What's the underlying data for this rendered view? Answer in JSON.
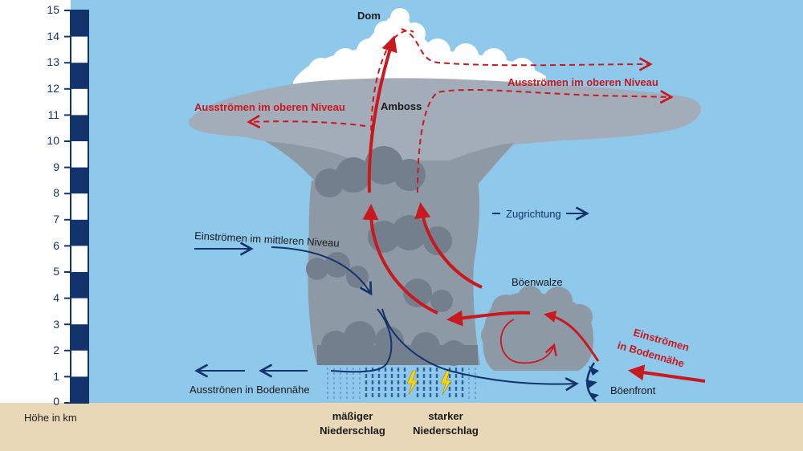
{
  "axis": {
    "title": "Höhe in km",
    "ticks": [
      "0",
      "1",
      "2",
      "3",
      "4",
      "5",
      "6",
      "7",
      "8",
      "9",
      "10",
      "11",
      "12",
      "13",
      "14",
      "15"
    ]
  },
  "labels": {
    "dom": "Dom",
    "amboss": "Amboss",
    "outflow_upper_right": "Ausströmen im oberen Niveau",
    "outflow_upper_left": "Ausströmen im oberen Niveau",
    "zugrichtung": "Zugrichtung",
    "inflow_mid": "Einströmen im mittleren Niveau",
    "boenwalze": "Böenwalze",
    "inflow_ground_line1": "Einströmen",
    "inflow_ground_line2": "in Bodennähe",
    "outflow_ground": "Ausströnen in Bodennähe",
    "boenfront": "Böenfront",
    "precip_moderate_line1": "mäßiger",
    "precip_moderate_line2": "Niederschlag",
    "precip_heavy_line1": "starker",
    "precip_heavy_line2": "Niederschlag"
  },
  "colors": {
    "sky": "#8ec8ea",
    "ground": "#e8d8b8",
    "axis": "#12336b",
    "flow_red": "#c8191f",
    "flow_blue": "#12336b",
    "cloud_dark": "#707c8a",
    "cloud_mid": "#8e99a6",
    "cloud_light": "#a3adb9",
    "dome": "#ffffff",
    "lightning": "#f2d41c"
  }
}
